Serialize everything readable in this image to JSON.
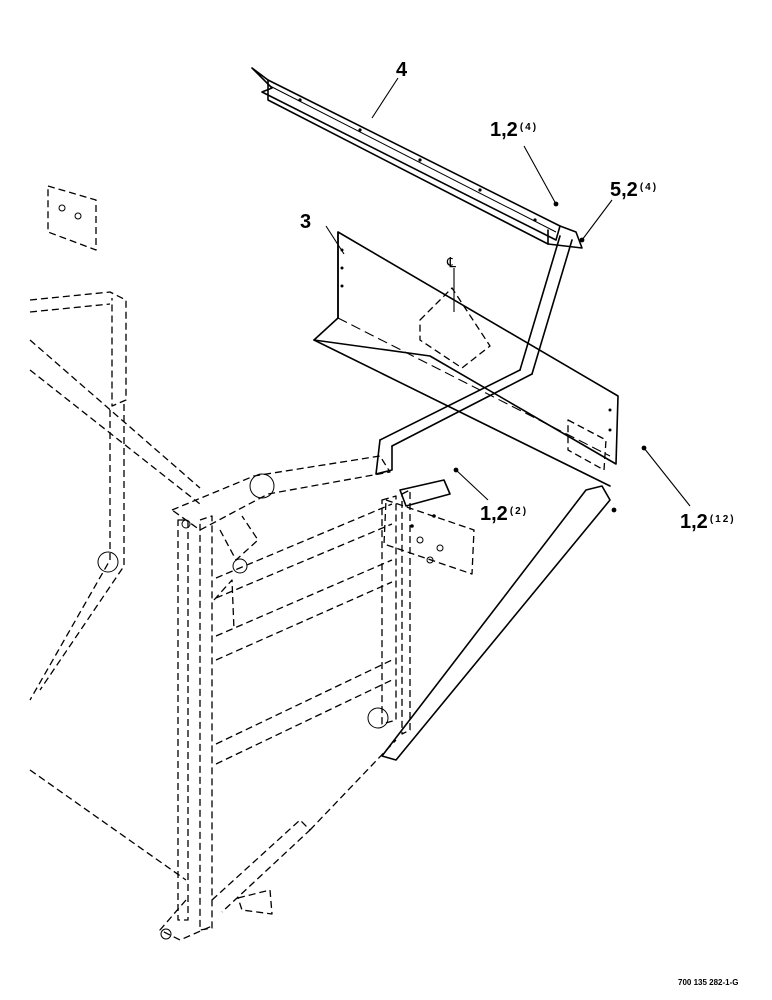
{
  "callouts": [
    {
      "id": "c4",
      "main": "4",
      "qty": ""
    },
    {
      "id": "c3",
      "main": "3",
      "qty": ""
    },
    {
      "id": "c12_top",
      "main": "1,2",
      "qty": "(4)"
    },
    {
      "id": "c52",
      "main": "5,2",
      "qty": "(4)"
    },
    {
      "id": "c12_mid",
      "main": "1,2",
      "qty": "(2)"
    },
    {
      "id": "c12_right",
      "main": "1,2",
      "qty": "(12)"
    }
  ],
  "centerline_symbol": "℄",
  "figure_number": "700 135 282-1-G",
  "colors": {
    "ink": "#000000",
    "paper": "#ffffff"
  }
}
